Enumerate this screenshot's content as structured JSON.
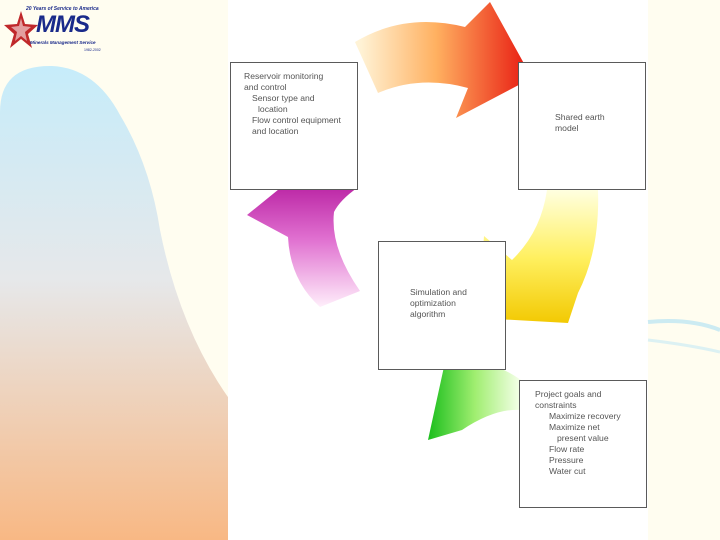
{
  "logo": {
    "years": "20 Years of Service to America",
    "mark": "MMS",
    "subtitle": "Minerals Management Service",
    "dates": "1982-2002"
  },
  "boxes": {
    "reservoir": {
      "title1": "Reservoir monitoring",
      "title2": "and control",
      "item1": "Sensor type and",
      "item1b": "location",
      "item2": "Flow control equipment",
      "item2b": "and location"
    },
    "earth": {
      "line1": "Shared earth",
      "line2": "model"
    },
    "sim": {
      "line1": "Simulation and",
      "line2": "optimization",
      "line3": "algorithm"
    },
    "goals": {
      "title1": "Project goals and",
      "title2": "constraints",
      "item1": "Maximize recovery",
      "item2": "Maximize net",
      "item2b": "present value",
      "item3": "Flow rate",
      "item4": "Pressure",
      "item5": "Water cut"
    }
  },
  "colors": {
    "background": "#fffdf0",
    "arrow_red": "#e81810",
    "arrow_yellow": "#f2d800",
    "arrow_green": "#20c020",
    "arrow_magenta": "#b01098",
    "logo_blue": "#1a2a8a"
  }
}
